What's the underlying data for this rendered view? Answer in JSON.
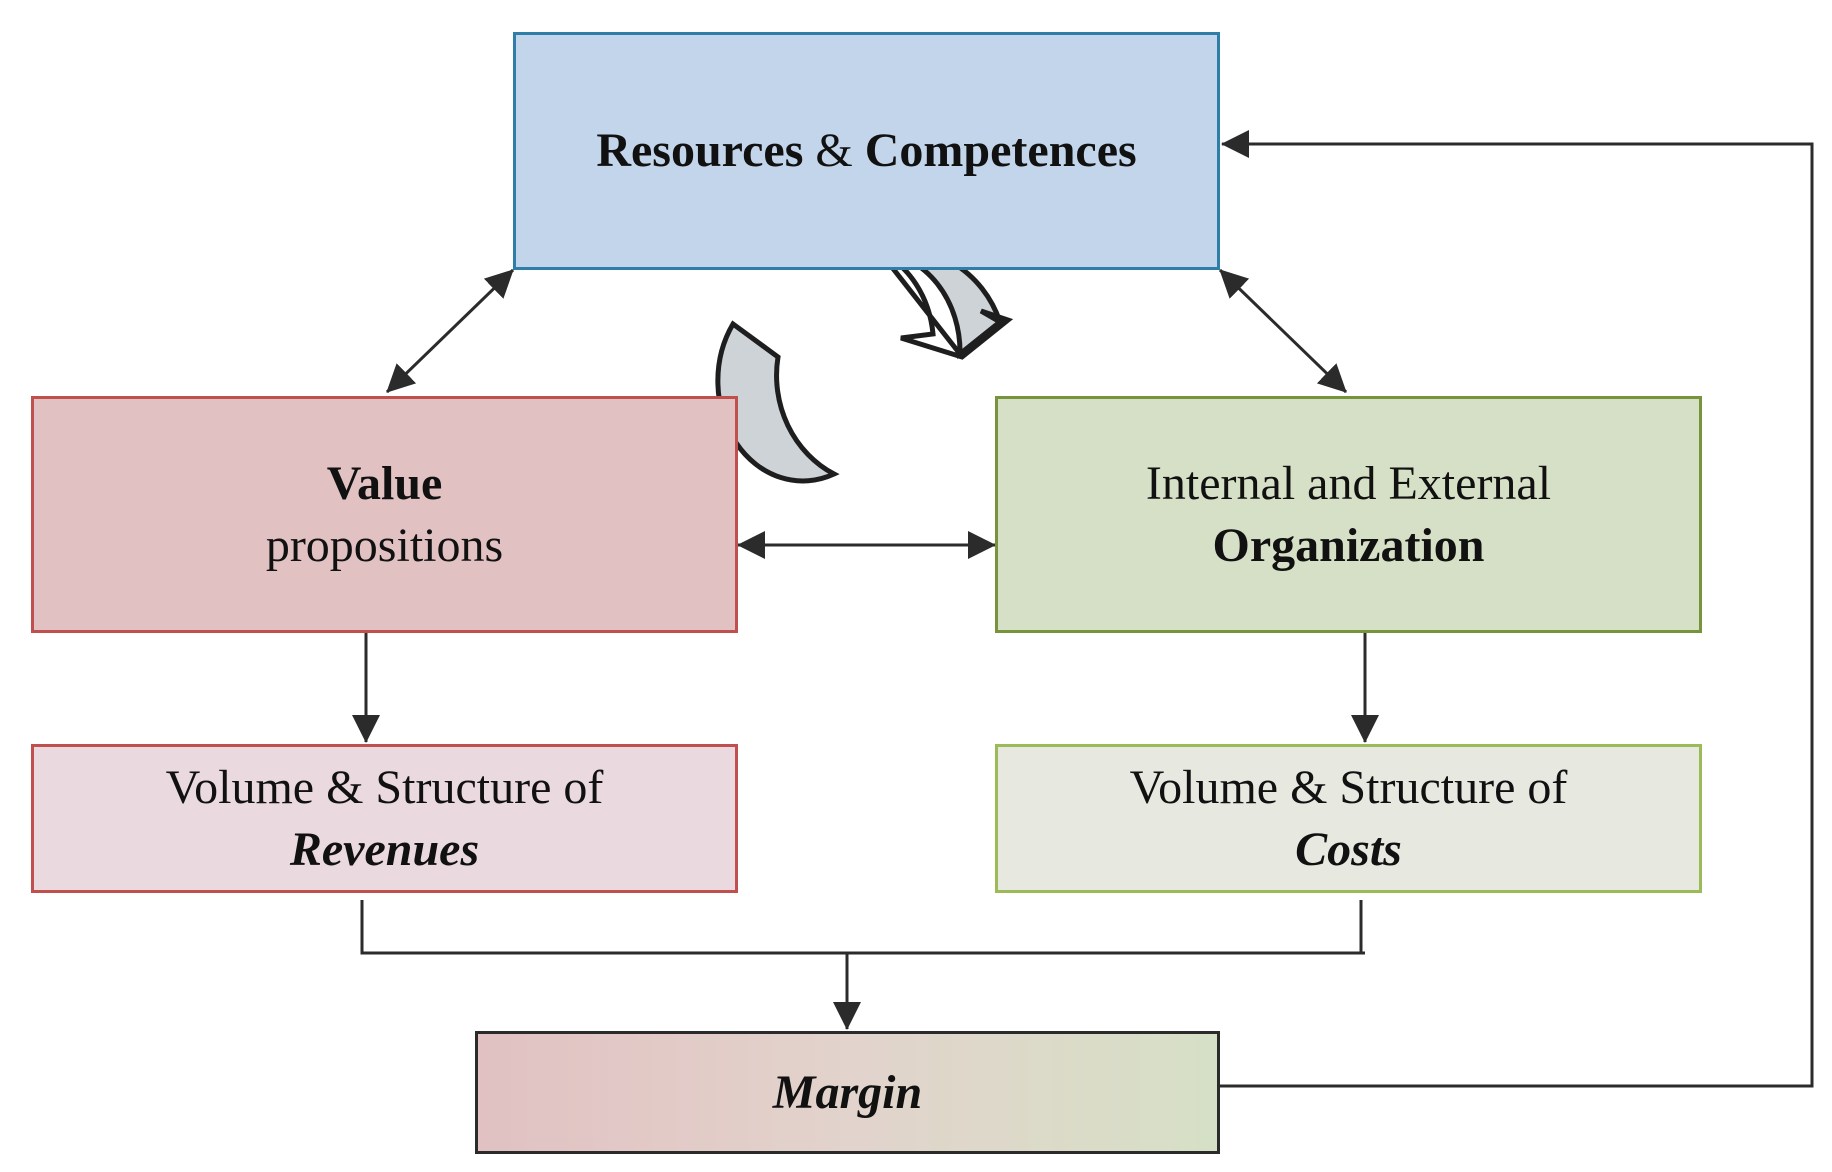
{
  "nodes": {
    "resources": {
      "bold_text": "Resources",
      "connector": " & ",
      "bold_text_2": "Competences"
    },
    "value": {
      "line1": "Value",
      "line2": "propositions"
    },
    "organization": {
      "line1": "Internal and External",
      "line2": "Organization"
    },
    "revenues": {
      "line1": "Volume & Structure of",
      "line2": "Revenues"
    },
    "costs": {
      "line1": "Volume & Structure of",
      "line2": "Costs"
    },
    "margin": {
      "label": "Margin"
    }
  },
  "colors": {
    "resources_fill": "#c3d5ea",
    "resources_border": "#2f7ea8",
    "value_fill": "#e1c1c2",
    "value_border": "#c0504d",
    "organization_fill": "#d6e0c6",
    "organization_border": "#77933c",
    "revenues_fill": "#ead9de",
    "costs_fill": "#e7e9e1",
    "arrow": "#2b2b2b",
    "cycle_fill": "#ced3d8"
  },
  "icons": {
    "cycle": "circular-arrows-icon"
  }
}
